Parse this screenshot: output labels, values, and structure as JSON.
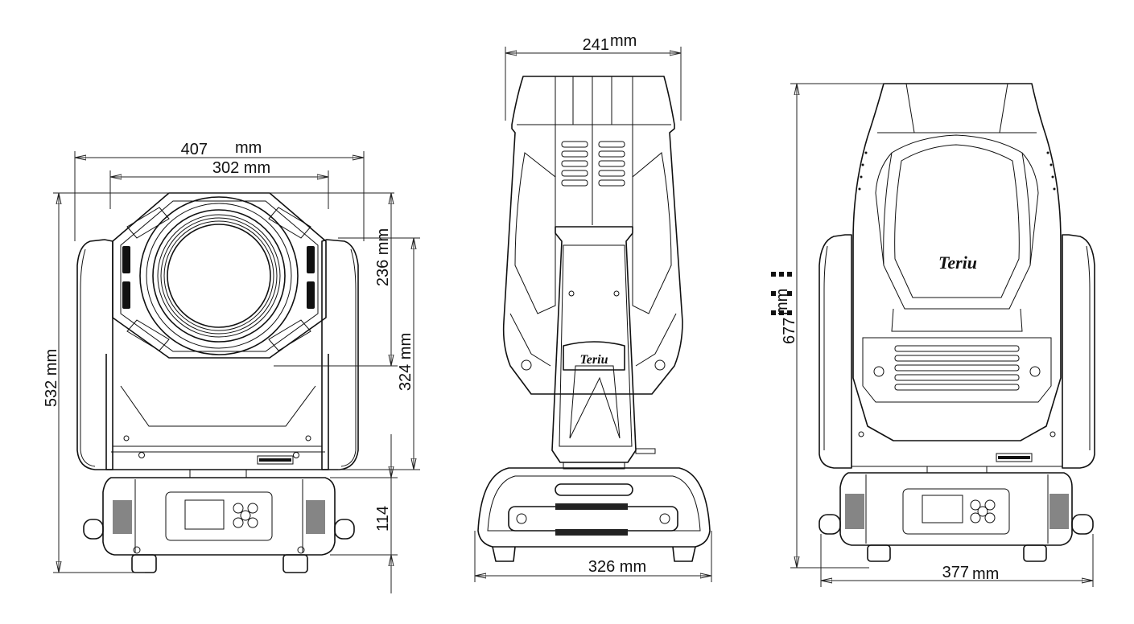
{
  "front_view": {
    "width_outer": "407",
    "width_outer_unit": "mm",
    "width_lens": "302 mm",
    "height_total": "532  mm",
    "height_head": "236  mm",
    "height_yoke": "324  mm",
    "height_base": "114"
  },
  "side_view": {
    "width_head": "241",
    "width_head_unit": "mm",
    "width_base": "326  mm",
    "logo_text": "Teriu"
  },
  "rear_view": {
    "height_total": "677",
    "height_total_unit": "mm",
    "width_base": "377",
    "width_base_unit": "mm",
    "logo_text": "Teriu"
  }
}
